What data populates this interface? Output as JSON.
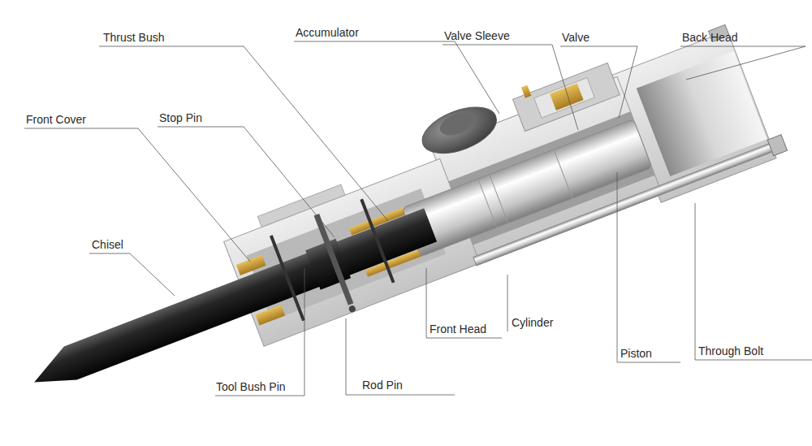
{
  "diagram": {
    "labels": [
      "Thrust Bush",
      "Accumulator",
      "Valve Sleeve",
      "Valve",
      "Back Head",
      "Front Cover",
      "Stop Pin",
      "Chisel",
      "Front Head",
      "Cylinder",
      "Piston",
      "Through Bolt",
      "Tool Bush Pin",
      "Rod Pin"
    ]
  }
}
